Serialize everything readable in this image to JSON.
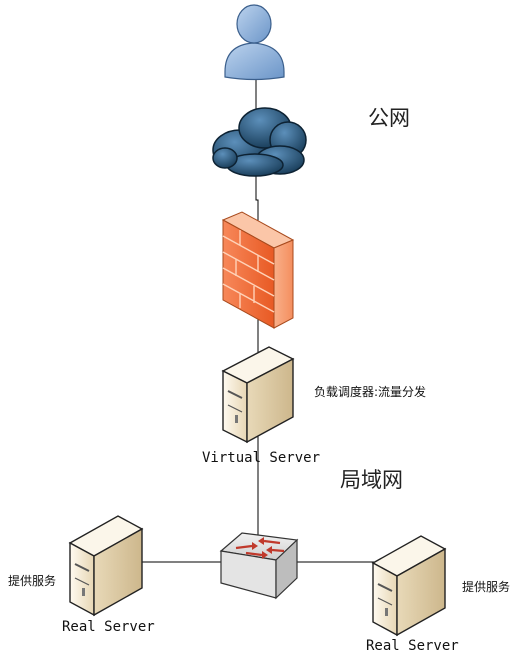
{
  "zones": {
    "public_network": "公网",
    "local_network": "局域网"
  },
  "nodes": {
    "load_balancer_note": "负载调度器:流量分发",
    "virtual_server": "Virtual Server",
    "real_server_left": "Real Server",
    "real_server_right": "Real Server",
    "service_left": "提供服务",
    "service_right": "提供服务"
  },
  "icons": [
    "user-icon",
    "cloud-icon",
    "firewall-icon",
    "server-icon",
    "switch-icon"
  ],
  "colors": {
    "user": "#7aa6d6",
    "cloud": "#1f4f7a",
    "firewall": "#f26a35",
    "server_body": "#e9dcc0",
    "switch": "#d9d9d9",
    "switch_arrows": "#c0392b"
  }
}
